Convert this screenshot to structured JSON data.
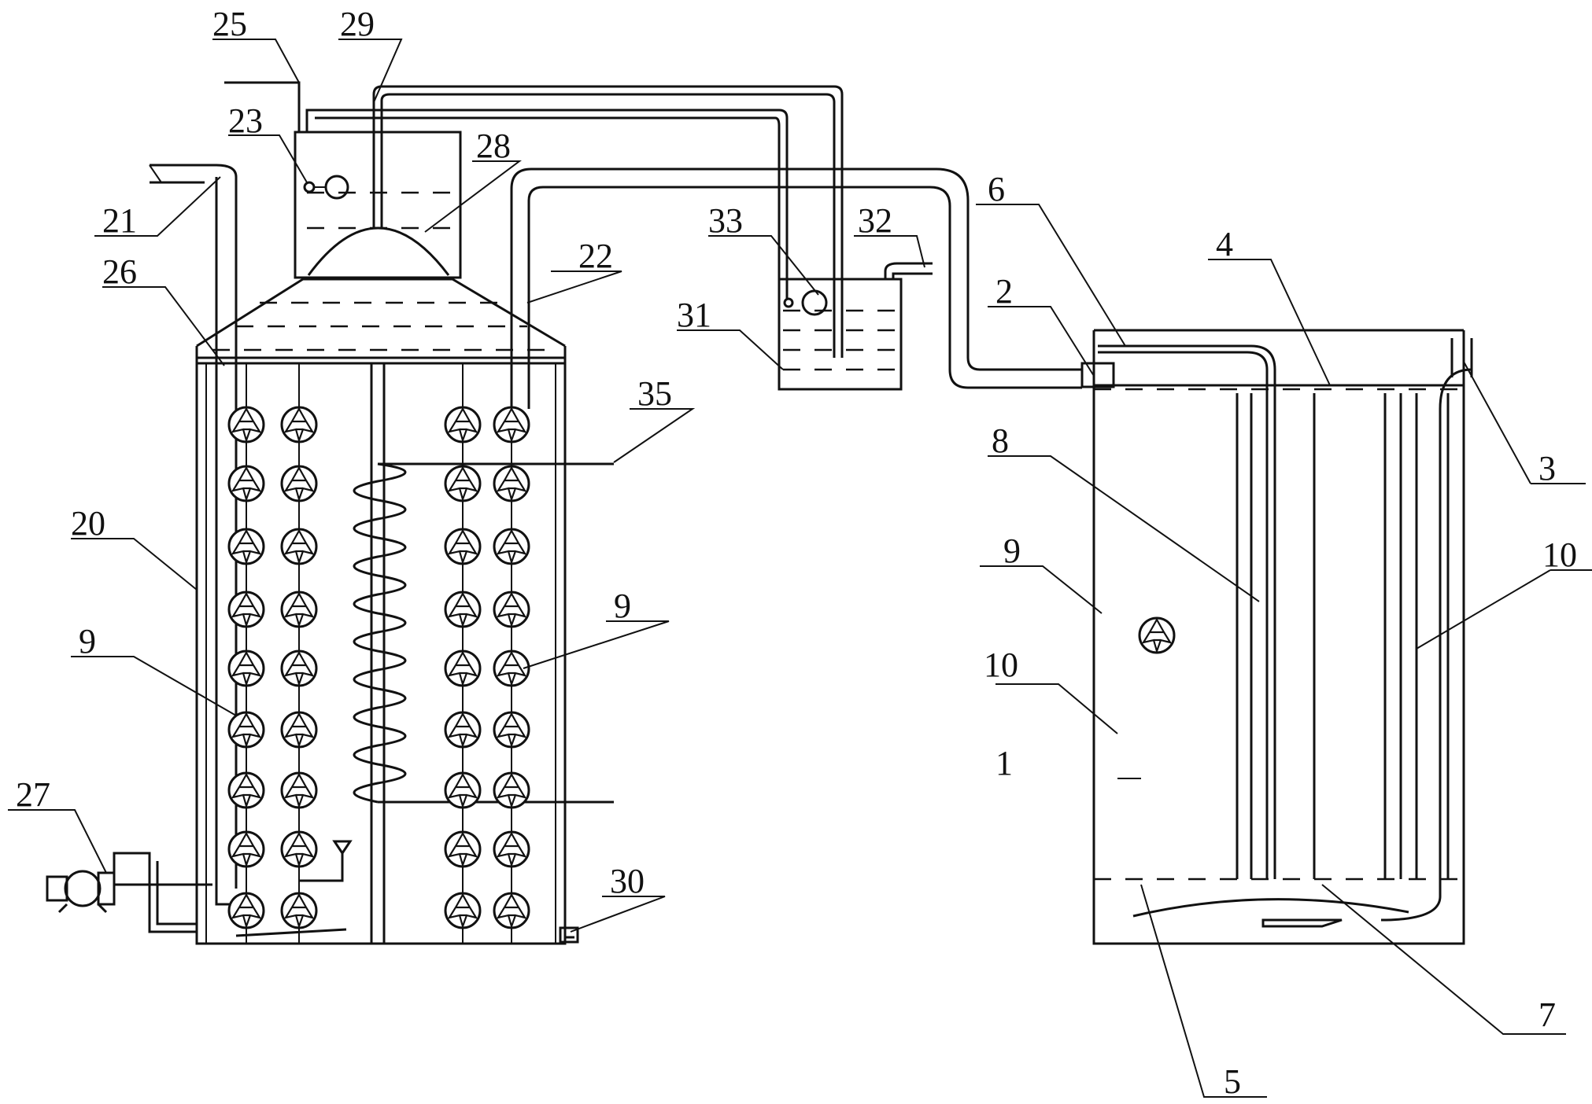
{
  "callouts": [
    {
      "id": "c25",
      "text": "25"
    },
    {
      "id": "c29",
      "text": "29"
    },
    {
      "id": "c23",
      "text": "23"
    },
    {
      "id": "c28",
      "text": "28"
    },
    {
      "id": "c21",
      "text": "21"
    },
    {
      "id": "c22",
      "text": "22"
    },
    {
      "id": "c26",
      "text": "26"
    },
    {
      "id": "c33",
      "text": "33"
    },
    {
      "id": "c32",
      "text": "32"
    },
    {
      "id": "c31",
      "text": "31"
    },
    {
      "id": "c35",
      "text": "35"
    },
    {
      "id": "c20",
      "text": "20"
    },
    {
      "id": "c9a",
      "text": "9"
    },
    {
      "id": "c9b",
      "text": "9"
    },
    {
      "id": "c27",
      "text": "27"
    },
    {
      "id": "c30",
      "text": "30"
    },
    {
      "id": "c6",
      "text": "6"
    },
    {
      "id": "c4",
      "text": "4"
    },
    {
      "id": "c2",
      "text": "2"
    },
    {
      "id": "c3",
      "text": "3"
    },
    {
      "id": "c8",
      "text": "8"
    },
    {
      "id": "c9c",
      "text": "9"
    },
    {
      "id": "c10a",
      "text": "10"
    },
    {
      "id": "c10b",
      "text": "10"
    },
    {
      "id": "c1",
      "text": "1"
    },
    {
      "id": "c7",
      "text": "7"
    },
    {
      "id": "c5",
      "text": "5"
    }
  ]
}
